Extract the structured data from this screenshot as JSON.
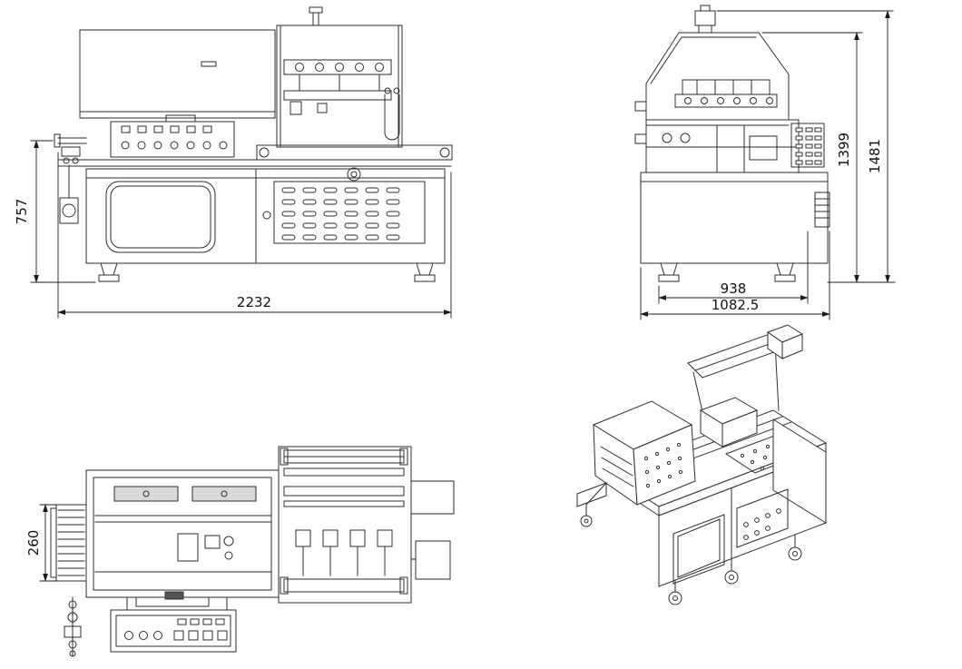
{
  "canvas": {
    "background": "#ffffff",
    "line_color": "#2e2e2e",
    "dimension_text_color": "#111111"
  },
  "views": {
    "front": {
      "dimensions": {
        "height": "757",
        "width": "2232"
      }
    },
    "side": {
      "dimensions": {
        "height_body": "1399",
        "height_overall": "1481",
        "width_body": "938",
        "width_overall": "1082.5"
      }
    },
    "plan": {
      "dimensions": {
        "infeed_width": "260"
      }
    },
    "isometric": {
      "dimensions": {}
    }
  }
}
